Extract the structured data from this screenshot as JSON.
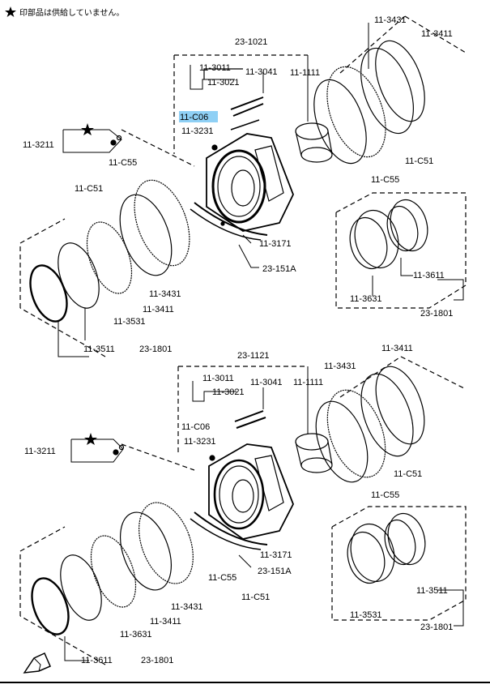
{
  "note": {
    "text": "印部品は供給していません。"
  },
  "highlight_color": "#8fd0f5",
  "upper": {
    "labels": {
      "p23_1021": "23-1021",
      "p11_3011": "11-3011",
      "p11_3041": "11-3041",
      "p11_3021": "11-3021",
      "p11_1111": "11-1111",
      "p11_3431": "11-3431",
      "p11_3411": "11-3411",
      "p11_C06": "11-C06",
      "p11_3231": "11-3231",
      "p11_3211": "11-3211",
      "p11_C51_r": "11-C51",
      "p11_C55_r": "11-C55",
      "p11_C55_l": "11-C55",
      "p11_C51_l": "11-C51",
      "p11_3171": "11-3171",
      "p23_151A": "23-151A",
      "p11_3611": "11-3611",
      "p11_3631": "11-3631",
      "p23_1801_r": "23-1801",
      "p11_3431_b": "11-3431",
      "p11_3411_b": "11-3411",
      "p11_3531": "11-3531",
      "p11_3511": "11-3511",
      "p23_1801_l": "23-1801"
    }
  },
  "lower": {
    "labels": {
      "p23_1121": "23-1121",
      "p11_3011": "11-3011",
      "p11_3041": "11-3041",
      "p11_3021": "11-3021",
      "p11_1111": "11-1111",
      "p11_3431": "11-3431",
      "p11_3411": "11-3411",
      "p11_C06": "11-C06",
      "p11_3231": "11-3231",
      "p11_3211": "11-3211",
      "p11_C51_r": "11-C51",
      "p11_C55_r": "11-C55",
      "p11_3171": "11-3171",
      "p11_C55_l": "11-C55",
      "p23_151A": "23-151A",
      "p11_C51_l": "11-C51",
      "p11_3431_b": "11-3431",
      "p11_3411_b": "11-3411",
      "p11_3631": "11-3631",
      "p11_3611": "11-3611",
      "p23_1801_l": "23-1801",
      "p11_3511": "11-3511",
      "p11_3531": "11-3531",
      "p23_1801_r": "23-1801"
    }
  }
}
